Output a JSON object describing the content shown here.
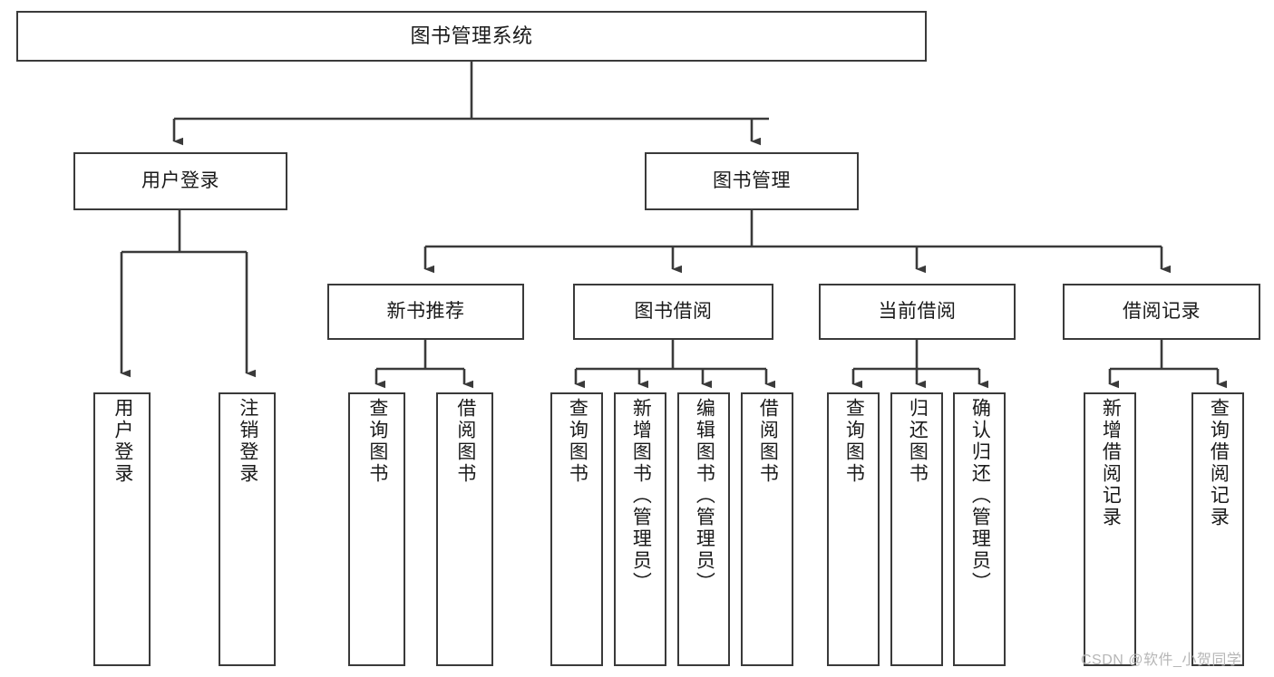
{
  "diagram": {
    "type": "tree-hierarchy-flowchart",
    "title": "图书管理系统",
    "orientation": "top-down",
    "style": {
      "box_border_color": "#3a3a3a",
      "box_fill_color": "#ffffff",
      "connector_color": "#3a3a3a",
      "text_color": "#1a1a1a",
      "background": "#ffffff"
    },
    "levels": [
      {
        "level": 1,
        "nodes": [
          {
            "id": "root",
            "label": "图书管理系统",
            "orientation": "horizontal"
          }
        ]
      },
      {
        "level": 2,
        "nodes": [
          {
            "id": "login",
            "label": "用户登录",
            "orientation": "horizontal",
            "parent": "root"
          },
          {
            "id": "bookmgmt",
            "label": "图书管理",
            "orientation": "horizontal",
            "parent": "root"
          }
        ]
      },
      {
        "level": 3,
        "nodes": [
          {
            "id": "newbook",
            "label": "新书推荐",
            "orientation": "horizontal",
            "parent": "bookmgmt"
          },
          {
            "id": "borrow",
            "label": "图书借阅",
            "orientation": "horizontal",
            "parent": "bookmgmt"
          },
          {
            "id": "current",
            "label": "当前借阅",
            "orientation": "horizontal",
            "parent": "bookmgmt"
          },
          {
            "id": "records",
            "label": "借阅记录",
            "orientation": "horizontal",
            "parent": "bookmgmt"
          }
        ]
      },
      {
        "level": 4,
        "nodes": [
          {
            "id": "leaf-login-1",
            "label": "用户登录",
            "orientation": "vertical",
            "parent": "login"
          },
          {
            "id": "leaf-login-2",
            "label": "注销登录",
            "orientation": "vertical",
            "parent": "login"
          },
          {
            "id": "leaf-newbook-1",
            "label": "查询图书",
            "orientation": "vertical",
            "parent": "newbook"
          },
          {
            "id": "leaf-newbook-2",
            "label": "借阅图书",
            "orientation": "vertical",
            "parent": "newbook"
          },
          {
            "id": "leaf-borrow-1",
            "label": "查询图书",
            "orientation": "vertical",
            "parent": "borrow"
          },
          {
            "id": "leaf-borrow-2",
            "label": "新增图书（管理员）",
            "orientation": "vertical",
            "parent": "borrow"
          },
          {
            "id": "leaf-borrow-3",
            "label": "编辑图书（管理员）",
            "orientation": "vertical",
            "parent": "borrow"
          },
          {
            "id": "leaf-borrow-4",
            "label": "借阅图书",
            "orientation": "vertical",
            "parent": "borrow"
          },
          {
            "id": "leaf-current-1",
            "label": "查询图书",
            "orientation": "vertical",
            "parent": "current"
          },
          {
            "id": "leaf-current-2",
            "label": "归还图书",
            "orientation": "vertical",
            "parent": "current"
          },
          {
            "id": "leaf-current-3",
            "label": "确认归还（管理员）",
            "orientation": "vertical",
            "parent": "current"
          },
          {
            "id": "leaf-records-1",
            "label": "新增借阅记录",
            "orientation": "vertical",
            "parent": "records"
          },
          {
            "id": "leaf-records-2",
            "label": "查询借阅记录",
            "orientation": "vertical",
            "parent": "records"
          }
        ]
      }
    ]
  },
  "watermark": {
    "text": "CSDN @软件_小贺同学",
    "color": "#b6b6b6"
  }
}
